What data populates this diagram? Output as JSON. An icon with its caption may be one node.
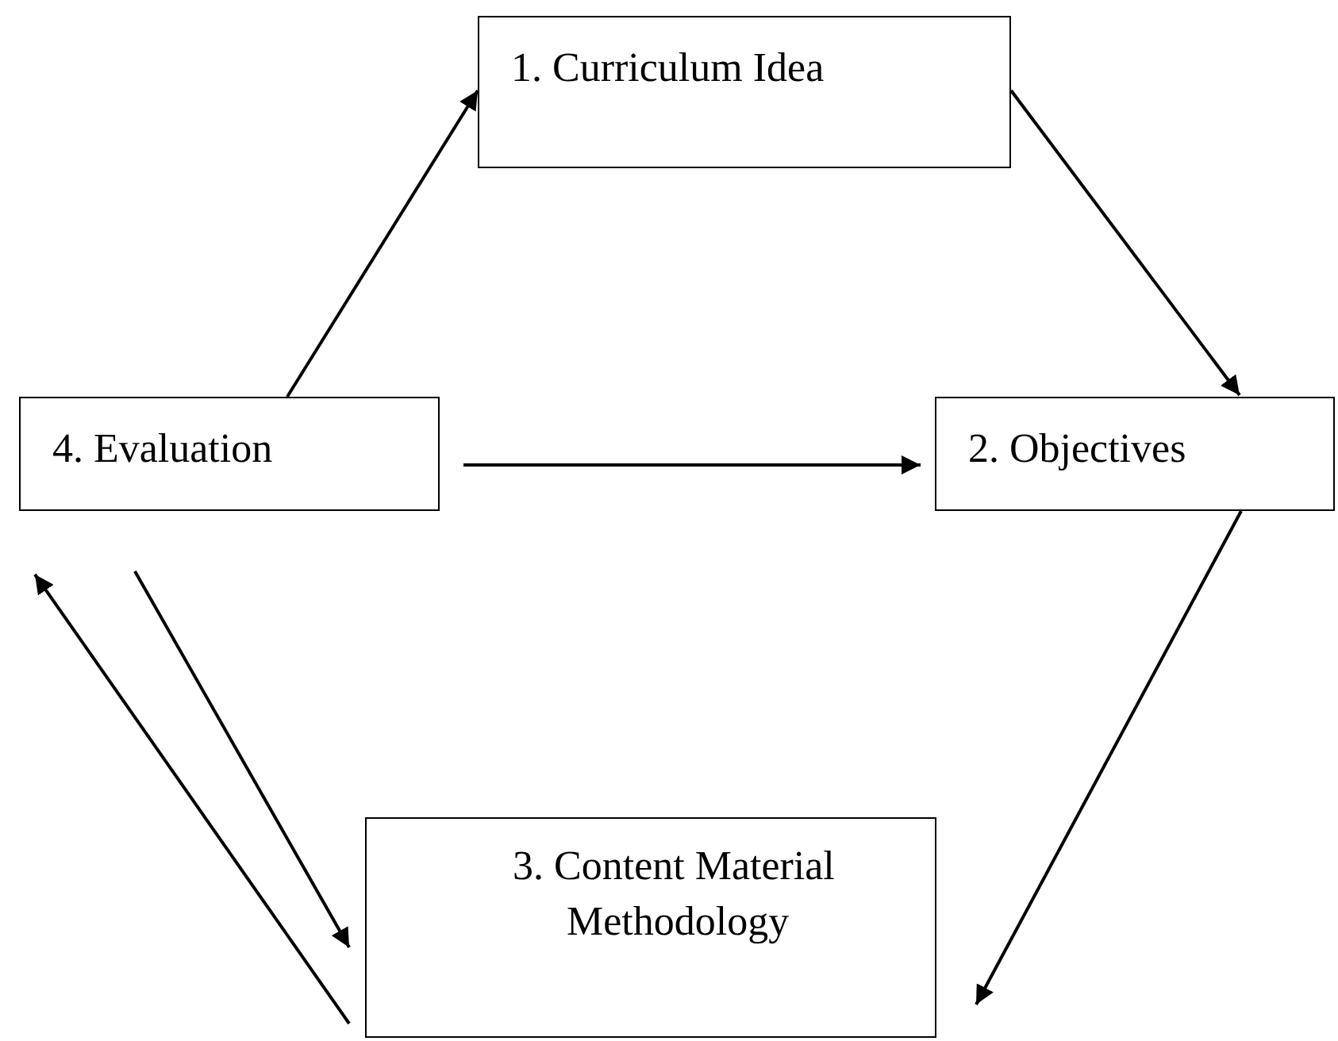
{
  "diagram": {
    "nodes": [
      {
        "text": [
          "1. Curriculum Idea"
        ]
      },
      {
        "text": [
          "2. Objectives"
        ]
      },
      {
        "text": [
          "3. Content Material Methodology"
        ]
      },
      {
        "text": [
          "4. Evaluation"
        ]
      }
    ],
    "edges": [
      {
        "from": 3,
        "to": 0,
        "arrow": "to"
      },
      {
        "from": 0,
        "to": 1,
        "arrow": "to"
      },
      {
        "from": 3,
        "to": 1,
        "arrow": "to"
      },
      {
        "from": 1,
        "to": 2,
        "arrow": "to"
      },
      {
        "from": 3,
        "to": 2,
        "arrow": "to"
      },
      {
        "from": 2,
        "to": 3,
        "arrow": "to"
      }
    ]
  }
}
